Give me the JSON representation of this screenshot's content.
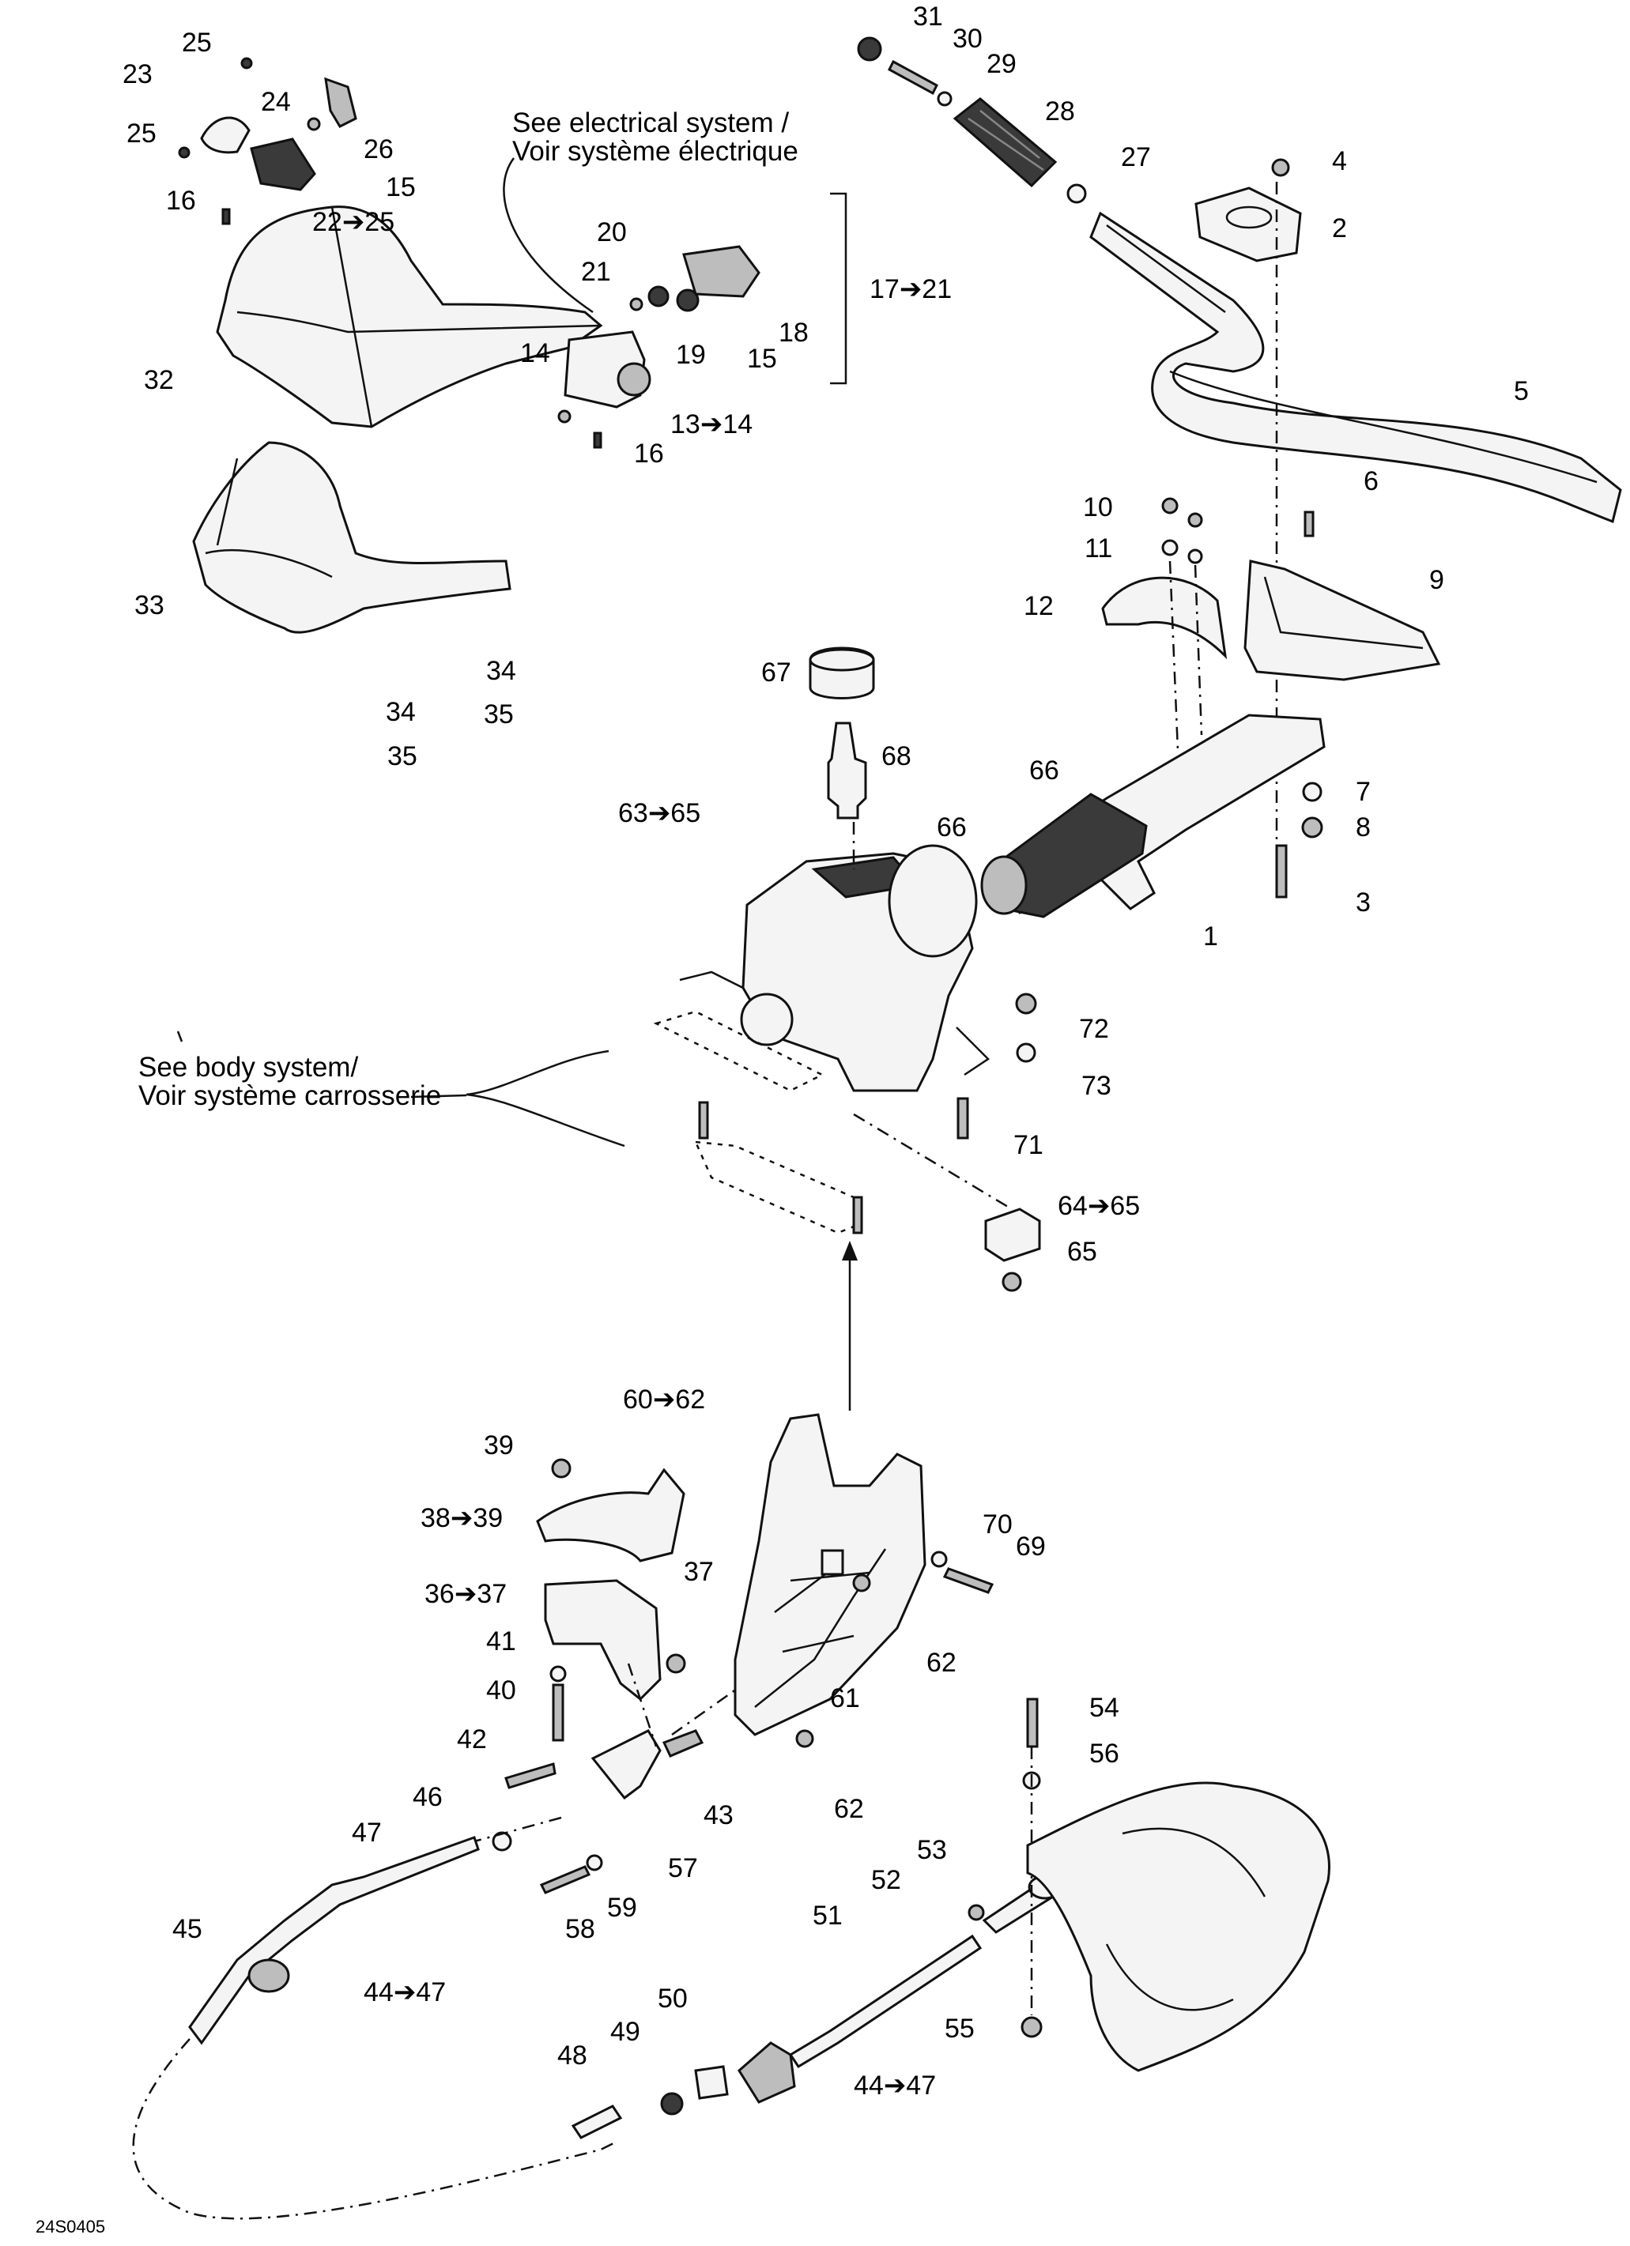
{
  "notes": {
    "electrical_en": "See electrical system /",
    "electrical_fr": "Voir système électrique",
    "body_en": "See body system/",
    "body_fr": "Voir système carrosserie"
  },
  "drawing_code": "24S0405",
  "labels": [
    "25",
    "23",
    "24",
    "26",
    "25",
    "15",
    "16",
    "22➔25",
    "32",
    "33",
    "34",
    "34",
    "35",
    "35",
    "20",
    "21",
    "19",
    "18",
    "15",
    "17➔21",
    "14",
    "13➔14",
    "16",
    "31",
    "30",
    "29",
    "28",
    "27",
    "4",
    "2",
    "5",
    "10",
    "11",
    "12",
    "6",
    "9",
    "7",
    "8",
    "3",
    "1",
    "67",
    "68",
    "66",
    "66",
    "63➔65",
    "72",
    "73",
    "71",
    "64➔65",
    "65",
    "60➔62",
    "39",
    "38➔39",
    "36➔37",
    "37",
    "41",
    "40",
    "42",
    "43",
    "57",
    "46",
    "47",
    "45",
    "44➔47",
    "58",
    "59",
    "61",
    "62",
    "62",
    "70",
    "69",
    "54",
    "56",
    "53",
    "52",
    "51",
    "50",
    "49",
    "48",
    "44➔47",
    "55"
  ]
}
